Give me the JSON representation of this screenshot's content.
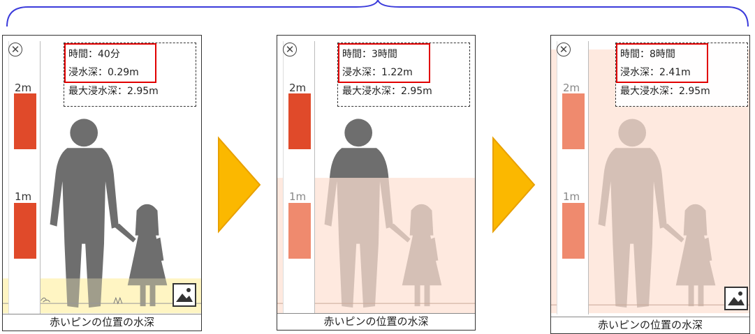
{
  "colors": {
    "brace": "#3b3bdb",
    "arrow": "#fbb800",
    "arrow_border": "#e8a000",
    "gauge_red": "#e04a2a",
    "gauge_red_submerged": "#ef8a6e",
    "highlight_box": "#e10000",
    "silhouette": "#6e6e6e",
    "water_shallow": "#fff5c4",
    "water_flood": "#fde0d2"
  },
  "icons": {
    "close": "close-icon",
    "image": "image-icon",
    "arrow": "right-triangle-arrow-icon"
  },
  "panels": [
    {
      "time": "時間：40分",
      "depth": "浸水深：0.29m",
      "max_depth": "最大浸水深：2.95m",
      "gauge_2m": "2m",
      "gauge_1m": "1m",
      "caption": "赤いピンの位置の水深",
      "water_depth_m": 0.29
    },
    {
      "time": "時間：3時間",
      "depth": "浸水深：1.22m",
      "max_depth": "最大浸水深：2.95m",
      "gauge_2m": "2m",
      "gauge_1m": "1m",
      "caption": "赤いピンの位置の水深",
      "water_depth_m": 1.22
    },
    {
      "time": "時間：8時間",
      "depth": "浸水深：2.41m",
      "max_depth": "最大浸水深：2.95m",
      "gauge_2m": "2m",
      "gauge_1m": "1m",
      "caption": "赤いピンの位置の水深",
      "water_depth_m": 2.41
    }
  ]
}
